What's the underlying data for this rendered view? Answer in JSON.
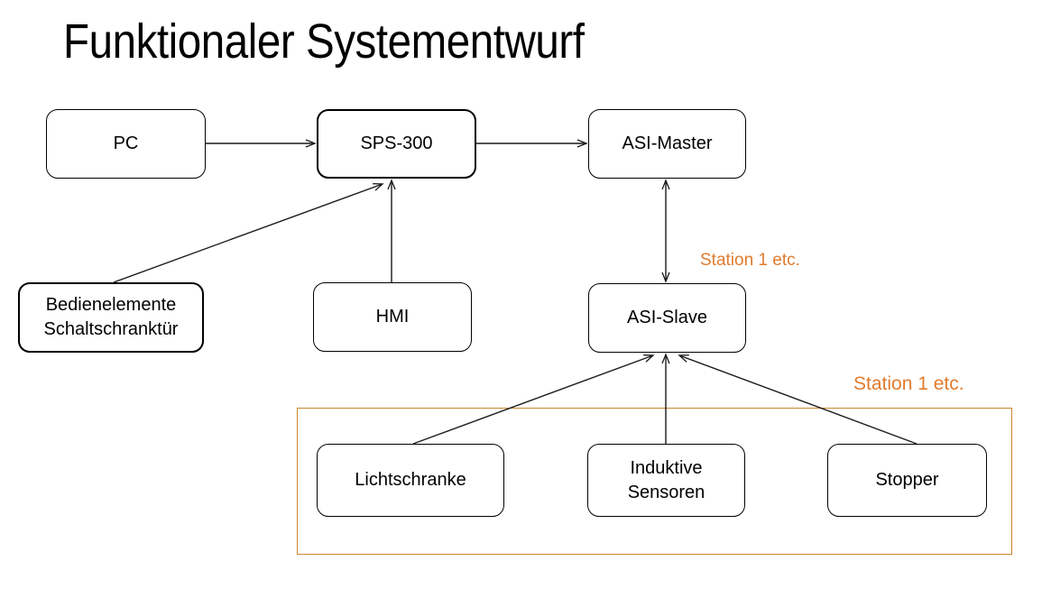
{
  "slide": {
    "title": "Funktionaler Systementwurf",
    "background_color": "#FFFFFF",
    "accent_color": "#E07B2E",
    "group_border_color": "#C8872F",
    "node_border_color": "#000000",
    "text_color": "#000000"
  },
  "nodes": {
    "pc": {
      "label": "PC"
    },
    "sps300": {
      "label": "SPS-300"
    },
    "asi_master": {
      "label": "ASI-Master"
    },
    "bedienelemente": {
      "line1": "Bedienelemente",
      "line2": "Schaltschranktür"
    },
    "hmi": {
      "label": "HMI"
    },
    "asi_slave": {
      "label": "ASI-Slave"
    },
    "lichtschranke": {
      "label": "Lichtschranke"
    },
    "induktive_sensoren": {
      "line1": "Induktive",
      "line2": "Sensoren"
    },
    "stopper": {
      "label": "Stopper"
    }
  },
  "annotations": {
    "station_upper": "Station 1 etc.",
    "station_lower": "Station 1 etc."
  },
  "connections": [
    {
      "from": "pc",
      "to": "sps300",
      "style": "arrow"
    },
    {
      "from": "sps300",
      "to": "asi_master",
      "style": "arrow"
    },
    {
      "from": "bedienelemente",
      "to": "sps300",
      "style": "arrow"
    },
    {
      "from": "hmi",
      "to": "sps300",
      "style": "arrow"
    },
    {
      "from": "asi_master",
      "to": "asi_slave",
      "style": "double-arrow"
    },
    {
      "from": "lichtschranke",
      "to": "asi_slave",
      "style": "arrow"
    },
    {
      "from": "induktive_sensoren",
      "to": "asi_slave",
      "style": "arrow"
    },
    {
      "from": "stopper",
      "to": "asi_slave",
      "style": "arrow"
    }
  ]
}
